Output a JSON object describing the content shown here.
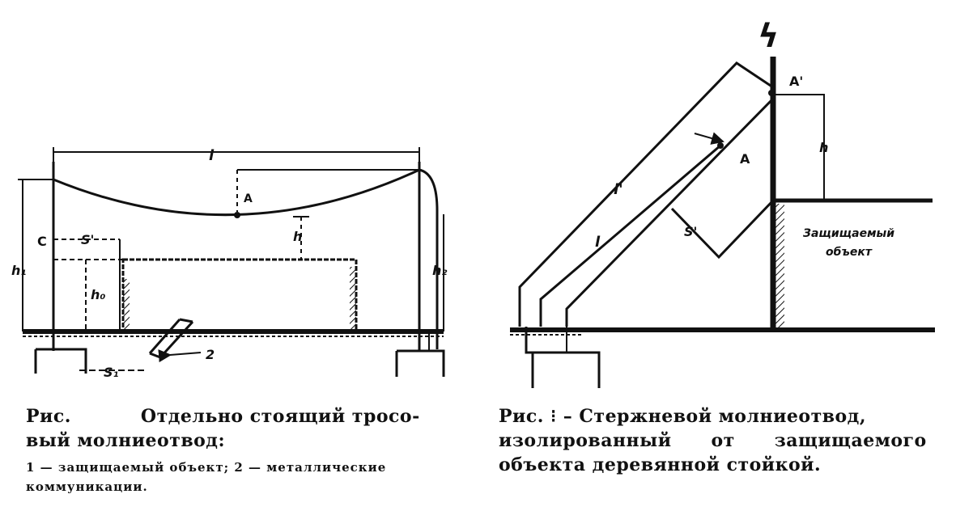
{
  "figure_left": {
    "labels": {
      "span": "l",
      "point_a": "A",
      "point_c": "C",
      "s_prime": "S'",
      "h": "h",
      "h1": "h₁",
      "h0": "h₀",
      "h2": "h₂",
      "s1": "S₁",
      "num2": "2"
    },
    "caption": {
      "prefix": "Рис.",
      "line1": "Отдельно стоящий тросо-",
      "line2": "вый молниеотвод:",
      "note1": "1 — защищаемый объект;  2 — металлические",
      "note2": "коммуникации."
    }
  },
  "figure_right": {
    "labels": {
      "lightning": "ϟ",
      "point_a_prime": "A'",
      "point_a": "A",
      "l_prime": "l'",
      "l": "l",
      "s_prime": "S'",
      "h": "h",
      "object_line1": "Защищаемый",
      "object_line2": "объект"
    },
    "caption": {
      "prefix": "Рис.",
      "mid": "⁝ –",
      "line1": "Стержневой молниеотвод,",
      "line2": "изолированный      от      защищаемого",
      "line3": "объекта деревянной стойкой."
    }
  }
}
